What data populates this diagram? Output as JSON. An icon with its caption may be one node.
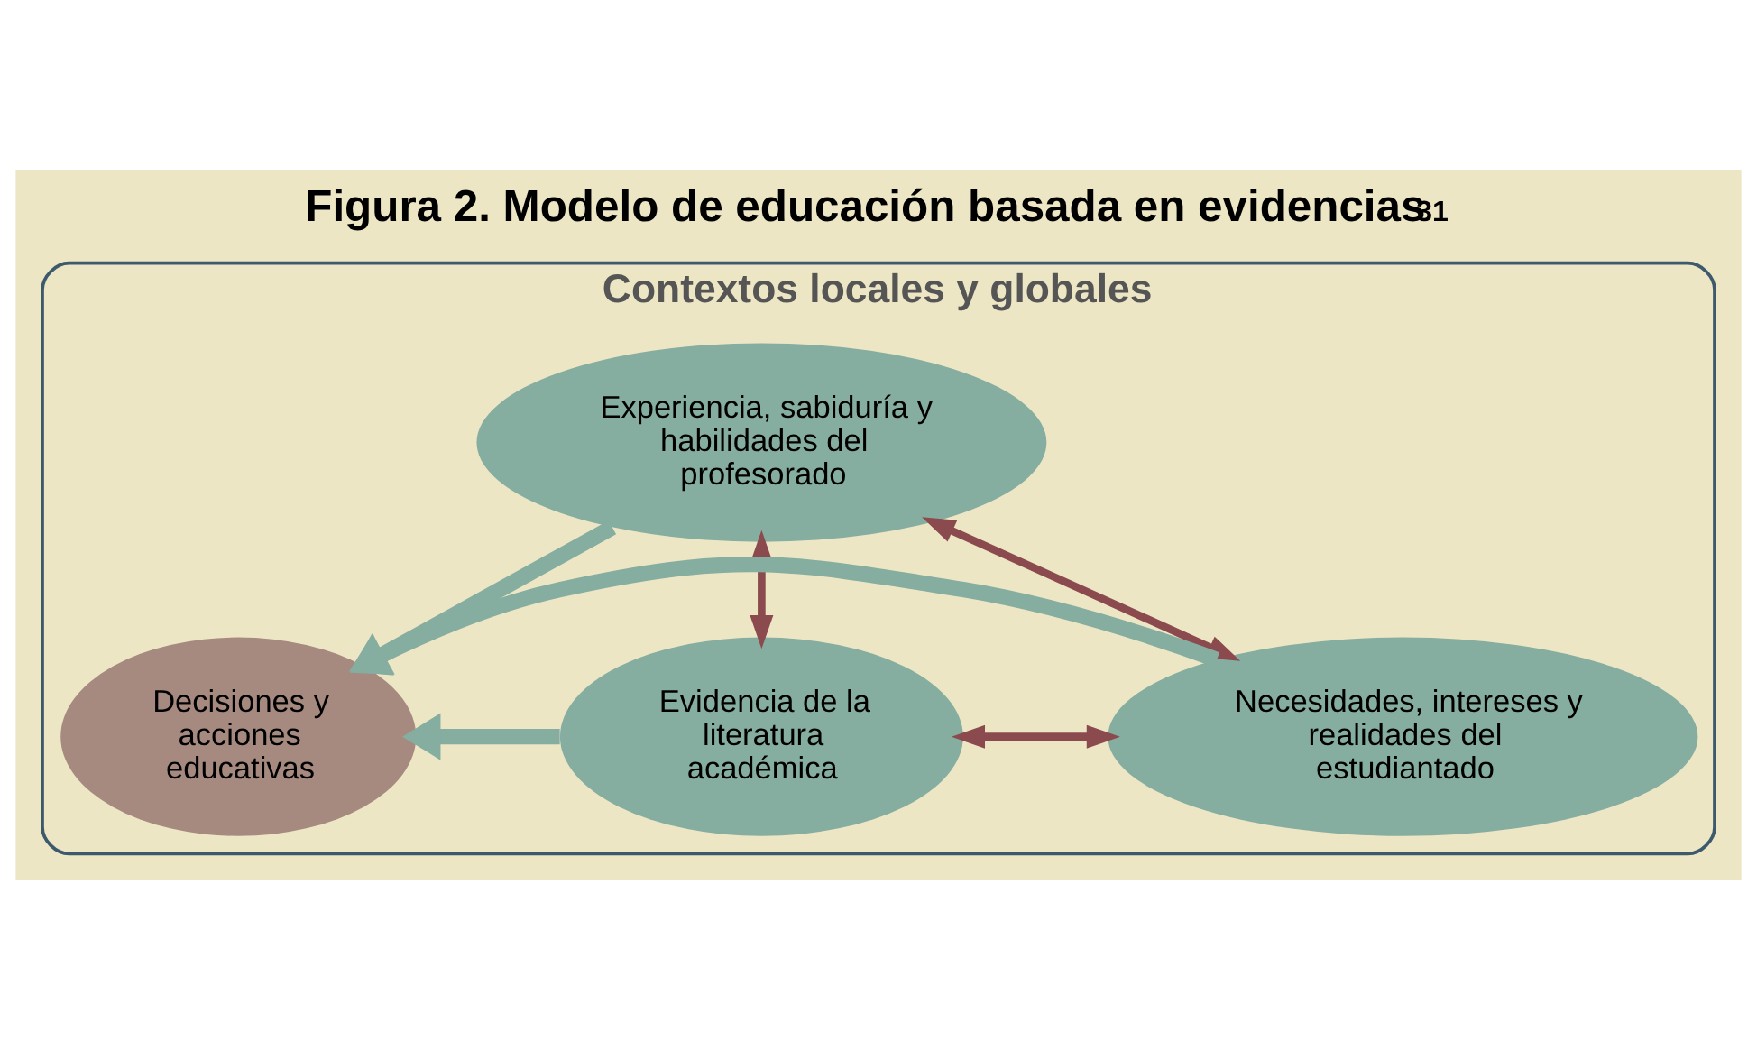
{
  "diagram": {
    "title": "Figura 2. Modelo de educación basada en evidencias$^{31}$",
    "nodes": [
      {
        "text": [
          "Contextos locales y globales"
        ]
      },
      {
        "text": [
          "Experiencia, sabiduría y habilidades del profesorado"
        ],
        "in": 0
      },
      {
        "text": [
          "Decisiones y acciones educativas"
        ],
        "in": 0
      },
      {
        "text": [
          "Evidencia de la literatura académica"
        ],
        "in": 0
      },
      {
        "text": [
          "Necesidades, intereses y realidades del estudiantado"
        ],
        "in": 0
      }
    ],
    "edges": [
      {
        "from": 1,
        "to": 2,
        "arrow": "to",
        "style": "thick",
        "color": "#85ada0"
      },
      {
        "from": 3,
        "to": 2,
        "arrow": "to",
        "style": "thick",
        "color": "#85ada0"
      },
      {
        "from": 4,
        "to": 2,
        "arrow": "to",
        "style": "thick",
        "color": "#85ada0"
      },
      {
        "from": 1,
        "to": 3,
        "arrow": "both",
        "color": "#8b4a4e"
      },
      {
        "from": 1,
        "to": 4,
        "arrow": "both",
        "color": "#8b4a4e"
      },
      {
        "from": 3,
        "to": 4,
        "arrow": "both",
        "color": "#8b4a4e"
      }
    ]
  }
}
